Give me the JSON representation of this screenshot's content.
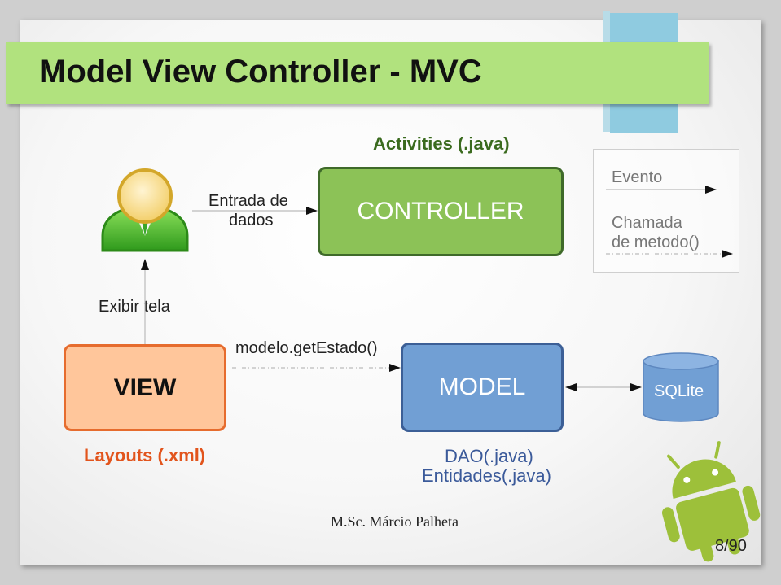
{
  "slide": {
    "title": "Model View Controller - MVC",
    "footer_author": "M.Sc. Márcio Palheta",
    "page_number": "8/90"
  },
  "controller": {
    "caption": "Activities (.java)",
    "label": "CONTROLLER"
  },
  "view": {
    "label": "VIEW",
    "caption": "Layouts (.xml)"
  },
  "model": {
    "label": "MODEL",
    "caption_line1": "DAO(.java)",
    "caption_line2": "Entidades(.java)"
  },
  "database": {
    "label": "SQLite"
  },
  "connectors": {
    "user_to_controller_line1": "Entrada de",
    "user_to_controller_line2": "dados",
    "view_to_user": "Exibir tela",
    "view_to_model": "modelo.getEstado()"
  },
  "legend": {
    "event_label": "Evento",
    "method_call_line1": "Chamada",
    "method_call_line2": "de metodo()"
  },
  "colors": {
    "title_bar": "#b1e27e",
    "controller_fill": "#8cc257",
    "view_fill": "#ffc69b",
    "model_fill": "#719fd4",
    "database_fill": "#719fd4",
    "controller_caption": "#3a6a1e",
    "view_caption": "#e2541c",
    "model_caption": "#3b5a9a",
    "android_green": "#9dc03a"
  },
  "icons": {
    "user": "user-avatar-icon",
    "android": "android-robot-icon",
    "database": "database-cylinder-icon"
  }
}
